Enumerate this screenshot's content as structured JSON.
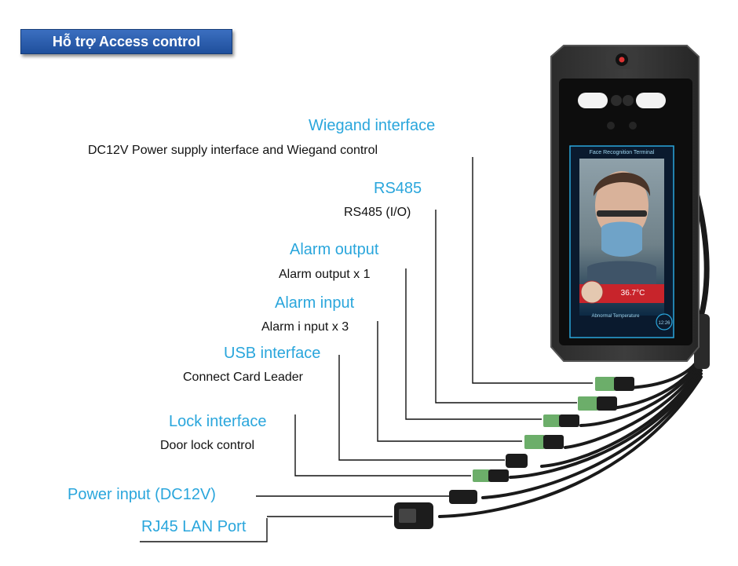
{
  "header": {
    "title": "Hỗ trợ Access control"
  },
  "labels": {
    "wiegand_title": "Wiegand interface",
    "wiegand_desc": "DC12V Power supply interface and Wiegand control",
    "rs485_title": "RS485",
    "rs485_desc": "RS485 (I/O)",
    "alarm_out_title": "Alarm output",
    "alarm_out_desc": "Alarm output  x 1",
    "alarm_in_title": "Alarm input",
    "alarm_in_desc": "Alarm i nput  x 3",
    "usb_title": "USB interface",
    "usb_desc": "Connect Card Leader",
    "lock_title": "Lock interface",
    "lock_desc": "Door lock control",
    "power_title": "Power input  (DC12V)",
    "rj45_title": "RJ45 LAN Port"
  },
  "screen": {
    "header": "Face Recognition Terminal",
    "temperature": "36.7°C",
    "status": "Abnormal Temperature",
    "time": "12:26"
  },
  "colors": {
    "accent": "#2aa6dc",
    "badge": "#2a5daa",
    "alert": "#c8242b"
  }
}
